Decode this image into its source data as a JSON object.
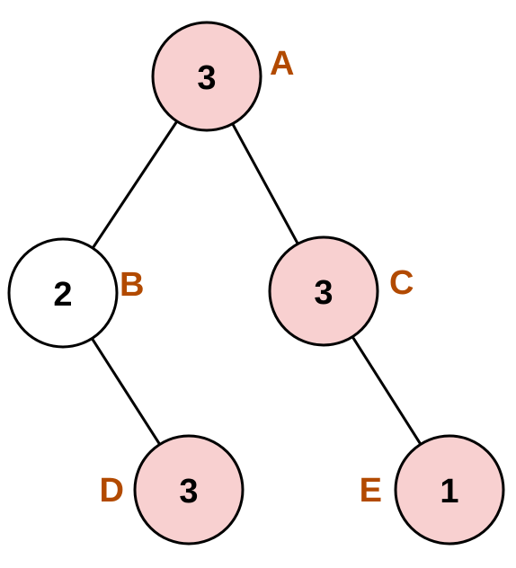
{
  "diagram": {
    "nodes": [
      {
        "id": "A",
        "value": "3",
        "letter": "A",
        "highlighted": true
      },
      {
        "id": "B",
        "value": "2",
        "letter": "B",
        "highlighted": false
      },
      {
        "id": "C",
        "value": "3",
        "letter": "C",
        "highlighted": true
      },
      {
        "id": "D",
        "value": "3",
        "letter": "D",
        "highlighted": true
      },
      {
        "id": "E",
        "value": "1",
        "letter": "E",
        "highlighted": true
      }
    ],
    "edges": [
      {
        "from": "A",
        "to": "B"
      },
      {
        "from": "A",
        "to": "C"
      },
      {
        "from": "B",
        "to": "D"
      },
      {
        "from": "C",
        "to": "E"
      }
    ]
  },
  "colors": {
    "highlight_fill": "#f8d0d0",
    "default_fill": "#ffffff",
    "letter_color": "#b24a00",
    "stroke": "#000000"
  }
}
